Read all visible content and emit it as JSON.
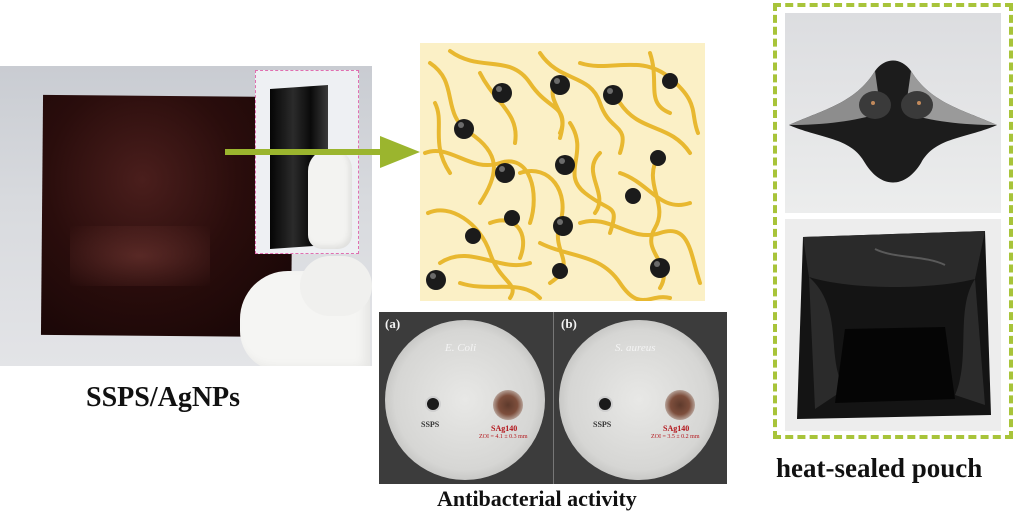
{
  "labels": {
    "film": "SSPS/AgNPs",
    "antibacterial": "Antibacterial activity",
    "pouch": "heat-sealed pouch"
  },
  "petri": {
    "panel_a": "(a)",
    "panel_b": "(b)",
    "species_a": "E. Coli",
    "species_b": "S. aureus",
    "control_label": "SSPS",
    "sample_label": "SAg140",
    "zoi_a": "ZOI = 4.1 ± 0.3 mm",
    "zoi_b": "ZOI = 3.5 ± 0.2 mm"
  },
  "colors": {
    "arrow": "#9bb52e",
    "inset_border": "#e06fb0",
    "pouch_border": "#a8c43a",
    "fiber": "#e8b830",
    "schematic_bg": "#fbf0c6",
    "nanoparticle": "#1b1b1b",
    "zoi_text": "#b3141a"
  }
}
